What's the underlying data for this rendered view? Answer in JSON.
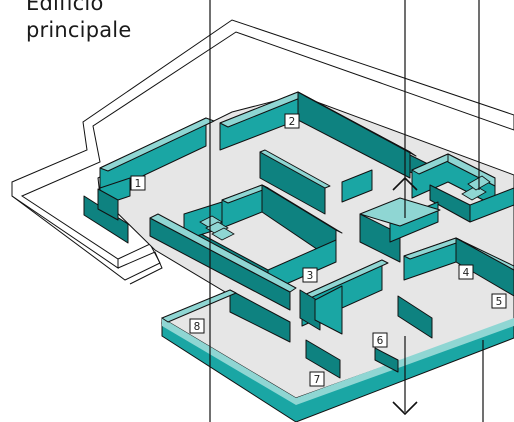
{
  "title": {
    "line1": "Edificio",
    "line2": "principale"
  },
  "rooms": [
    {
      "id": "room-1",
      "label": "1"
    },
    {
      "id": "room-2",
      "label": "2"
    },
    {
      "id": "room-3",
      "label": "3"
    },
    {
      "id": "room-4",
      "label": "4"
    },
    {
      "id": "room-5",
      "label": "5"
    },
    {
      "id": "room-6",
      "label": "6"
    },
    {
      "id": "room-7",
      "label": "7"
    },
    {
      "id": "room-8",
      "label": "8"
    }
  ],
  "colors": {
    "wall_top": "#8fd6d3",
    "wall_front": "#1aa6a4",
    "wall_side": "#0e8280",
    "floor": "#e6e6e6",
    "outline": "#111111",
    "background": "#ffffff"
  },
  "icons": [
    "arrow-up-icon",
    "arrow-down-icon",
    "stairs-icon"
  ]
}
